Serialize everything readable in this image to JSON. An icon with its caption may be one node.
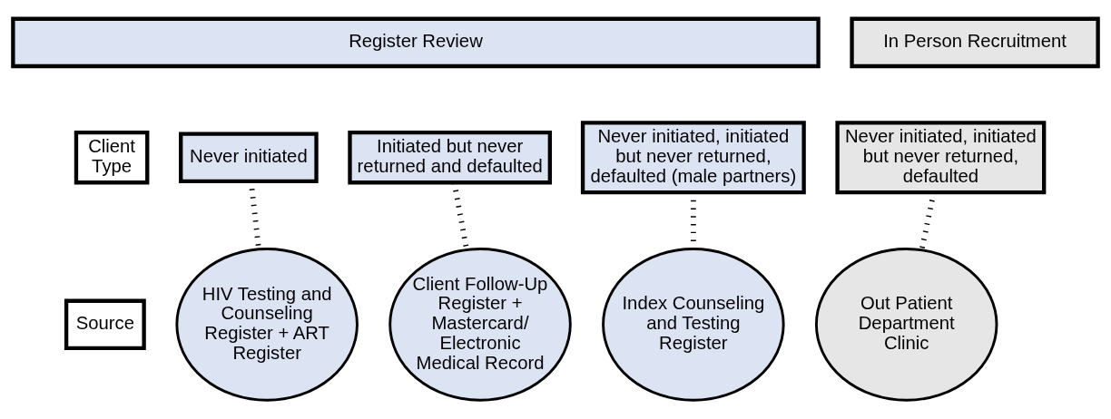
{
  "diagram": {
    "nodes": [
      {
        "text": [
          "Register Review"
        ]
      },
      {
        "text": [
          "In Person Recruitment"
        ]
      },
      {
        "text": [
          "Client Type"
        ]
      },
      {
        "text": [
          "Never initiated"
        ]
      },
      {
        "text": [
          "Initiated but never returned and defaulted"
        ]
      },
      {
        "text": [
          "Never initiated, initiated but never returned, defaulted (male partners)"
        ]
      },
      {
        "text": [
          "Never initiated, initiated but never returned, defaulted"
        ]
      },
      {
        "text": [
          "Source"
        ]
      },
      {
        "text": [
          "HIV Testing and Counseling Register + ART Register"
        ]
      },
      {
        "text": [
          "Client Follow-Up Register + Mastercard/ Electronic Medical Record"
        ]
      },
      {
        "text": [
          "Index Counseling and Testing Register"
        ]
      },
      {
        "text": [
          "Out Patient Department Clinic"
        ]
      }
    ],
    "edges": [
      {
        "from": 3,
        "to": 8,
        "arrow": "none",
        "style": "dashed"
      },
      {
        "from": 4,
        "to": 9,
        "arrow": "none",
        "style": "dashed"
      },
      {
        "from": 5,
        "to": 10,
        "arrow": "none",
        "style": "dashed"
      },
      {
        "from": 6,
        "to": 11,
        "arrow": "none",
        "style": "dashed"
      }
    ]
  }
}
